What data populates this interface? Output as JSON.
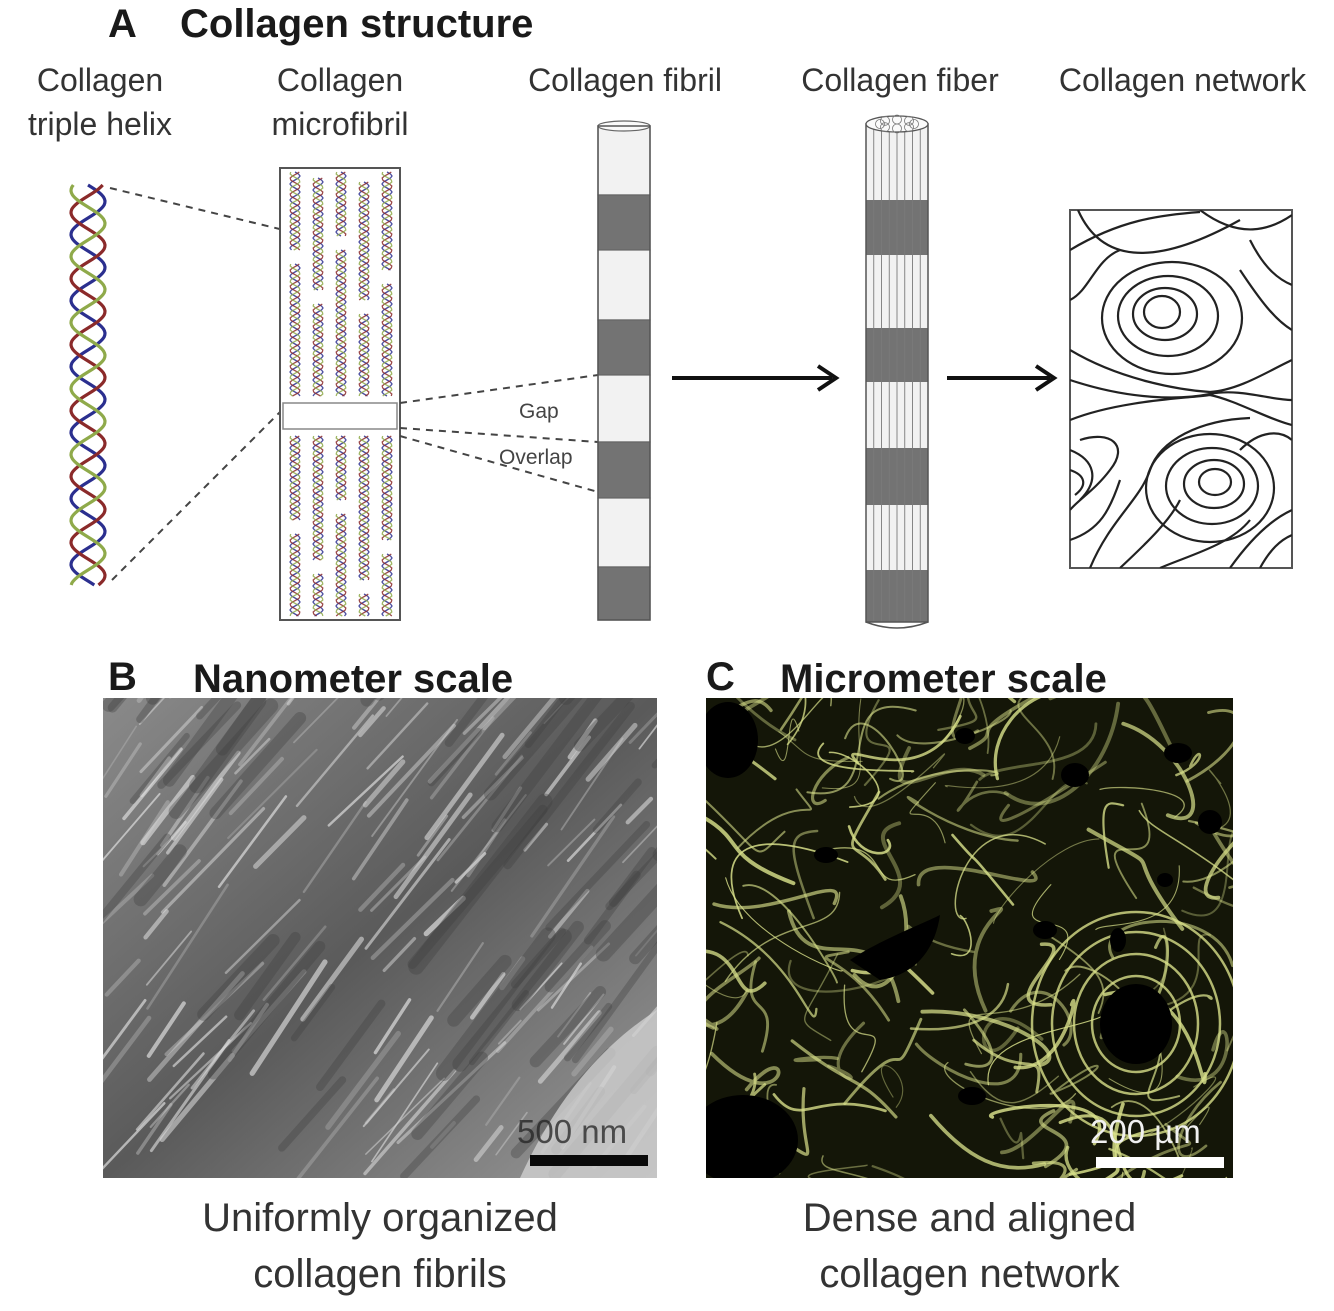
{
  "panel_a": {
    "letter": "A",
    "title": "Collagen structure",
    "stages": [
      {
        "line1": "Collagen",
        "line2": "triple helix"
      },
      {
        "line1": "Collagen",
        "line2": "microfibril"
      },
      {
        "line1": "Collagen fibril",
        "line2": ""
      },
      {
        "line1": "Collagen fiber",
        "line2": ""
      },
      {
        "line1": "Collagen network",
        "line2": ""
      }
    ],
    "gap_label": "Gap",
    "overlap_label": "Overlap",
    "colors": {
      "helix_blue": "#2b2f8f",
      "helix_red": "#8b2a2a",
      "helix_green": "#8faa4a",
      "band_dark": "#737373",
      "band_light": "#f2f2f2"
    }
  },
  "panel_b": {
    "letter": "B",
    "title": "Nanometer scale",
    "scale_bar_label": "500 nm",
    "caption_line1": "Uniformly organized",
    "caption_line2": "collagen fibrils"
  },
  "panel_c": {
    "letter": "C",
    "title": "Micrometer scale",
    "scale_bar_label": "200 µm",
    "caption_line1": "Dense and aligned",
    "caption_line2": "collagen network",
    "colors": {
      "fiber": "#d8e08a",
      "background": "#141608"
    }
  }
}
